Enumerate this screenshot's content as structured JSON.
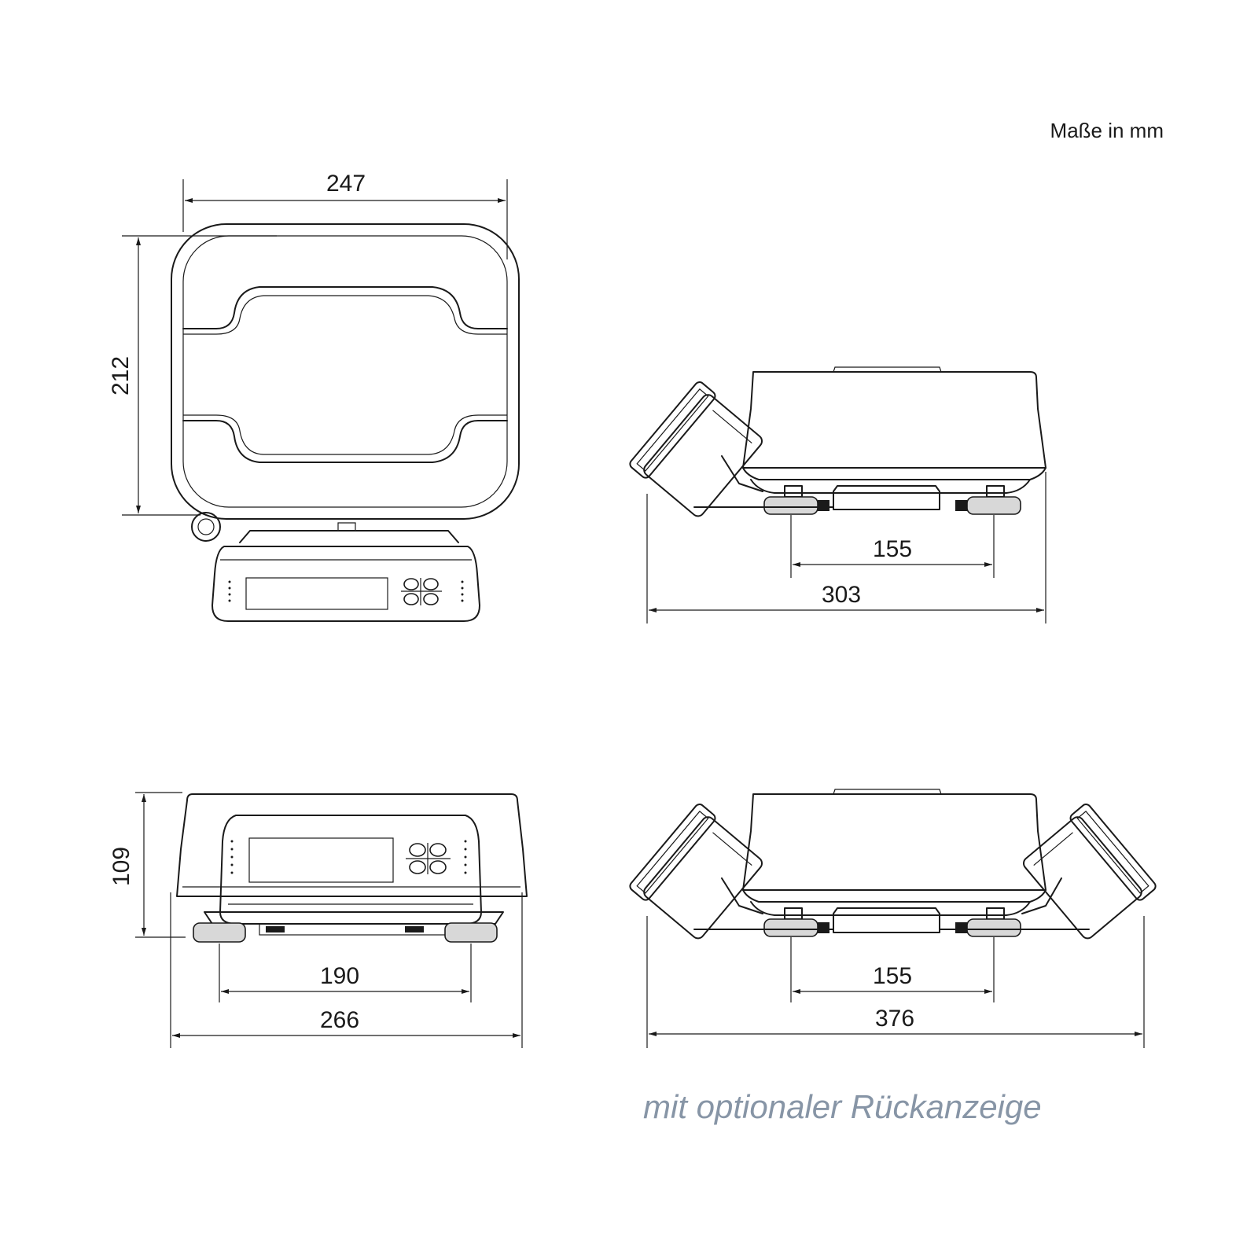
{
  "units_note": "Maße in mm",
  "caption": "mit optionaler Rückanzeige",
  "dimensions": {
    "top_width": "247",
    "top_depth": "212",
    "side_foot_spacing": "155",
    "side_length": "303",
    "front_height": "109",
    "front_foot_spacing": "190",
    "front_width": "266",
    "rear_foot_spacing": "155",
    "rear_length": "376"
  }
}
